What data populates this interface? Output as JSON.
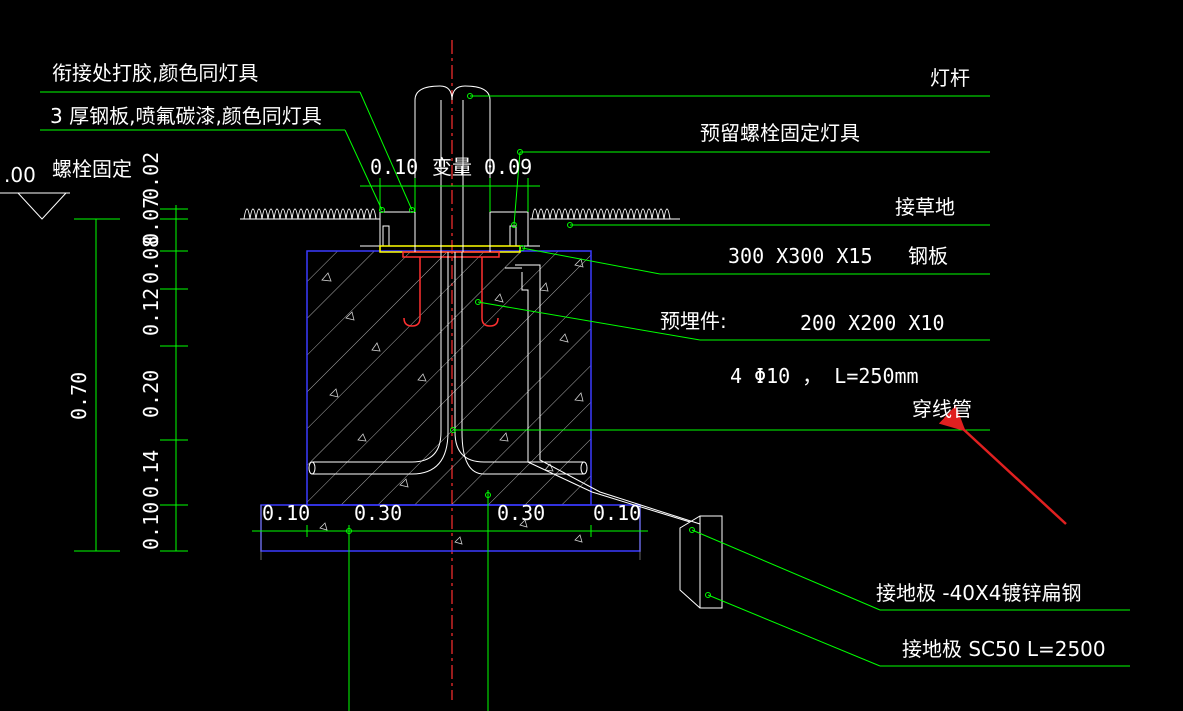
{
  "labels": {
    "joint_glue": "衔接处打胶,颜色同灯具",
    "plate_paint": "3 厚钢板,喷氟碳漆,颜色同灯具",
    "bolt_fix": "螺栓固定",
    "level_mark": ".00",
    "lamp_pole": "灯杆",
    "reserved_bolt": "预留螺栓固定灯具",
    "to_grass": "接草地",
    "steel_plate_size": "300 X300 X15",
    "steel_plate": "钢板",
    "embedded_part": "预埋件:",
    "embedded_size": "200 X200 X10",
    "rebar": "4 Φ10 ， L=250mm",
    "conduit": "穿线管",
    "ground_flat_steel": "接地极 -40X4镀锌扁钢",
    "ground_rod": "接地极 SC50 L=2500"
  },
  "dimensions": {
    "top_left": "0.10",
    "variable": "变量",
    "top_right": "0.09",
    "vertical_total": "0.70",
    "vertical_segments": [
      "0.02",
      "0.07",
      "0.08",
      "0.12",
      "0.20",
      "0.14",
      "0.10"
    ],
    "bottom": [
      "0.10",
      "0.30",
      "0.30",
      "0.10"
    ]
  },
  "colors": {
    "background": "#000000",
    "leader": "#00ff00",
    "outline": "#ffffff",
    "foundation": "#0000ff",
    "centerline": "#ff0000",
    "plate": "#ffff00",
    "arrow": "#e02020"
  }
}
